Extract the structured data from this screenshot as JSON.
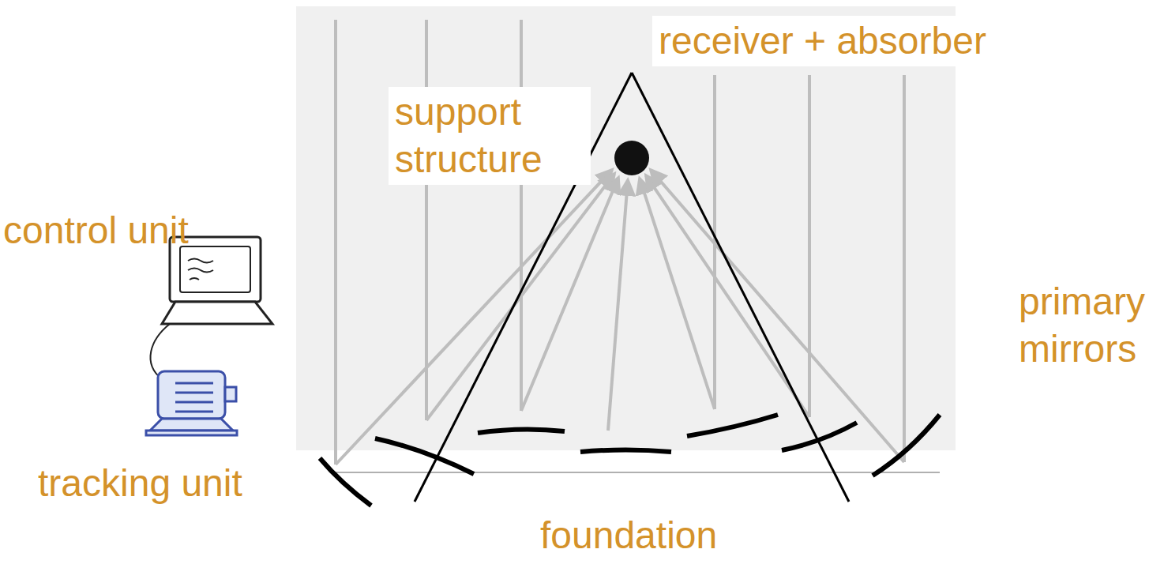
{
  "diagram": {
    "labels": [
      "receiver + absorber",
      "support structure",
      "control unit",
      "tracking unit",
      "primary mirrors",
      "foundation"
    ]
  }
}
